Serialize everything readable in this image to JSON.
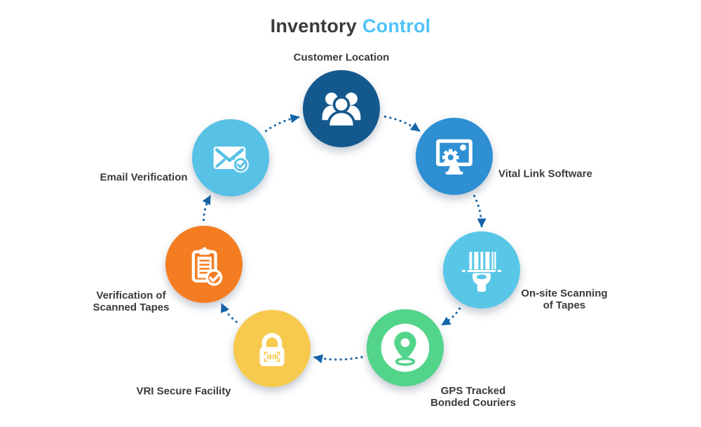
{
  "title": {
    "part1": "Inventory",
    "part2": "Control",
    "part2_color": "#4FC3F7",
    "part1_color": "#3A3A3A"
  },
  "diagram_type": "circular-process-flow",
  "flow": {
    "direction": "clockwise",
    "arrow_color": "#1565A8",
    "arrow_style": "dashed"
  },
  "text_color": "#3A3A3A",
  "nodes": [
    {
      "id": "customer-location",
      "label": "Customer Location",
      "color": "#14598E",
      "icon": "people-group-icon"
    },
    {
      "id": "vital-link-software",
      "label": "Vital Link Software",
      "color": "#2E8FD3",
      "icon": "monitor-gear-icon"
    },
    {
      "id": "onsite-scanning-of-tapes",
      "label": "On-site Scanning\nof Tapes",
      "color": "#58C6E7",
      "icon": "barcode-scanner-icon"
    },
    {
      "id": "gps-tracked-bonded-couriers",
      "label": "GPS Tracked\nBonded Couriers",
      "color": "#53D48B",
      "icon": "location-pin-icon"
    },
    {
      "id": "vri-secure-facility",
      "label": "VRI Secure Facility",
      "color": "#F7C94C",
      "icon": "padlock-barcode-icon"
    },
    {
      "id": "verification-scanned-tapes",
      "label": "Verification of\nScanned Tapes",
      "color": "#F57D21",
      "icon": "clipboard-check-icon"
    },
    {
      "id": "email-verification",
      "label": "Email Verification",
      "color": "#58C1E6",
      "icon": "envelope-check-icon"
    }
  ]
}
